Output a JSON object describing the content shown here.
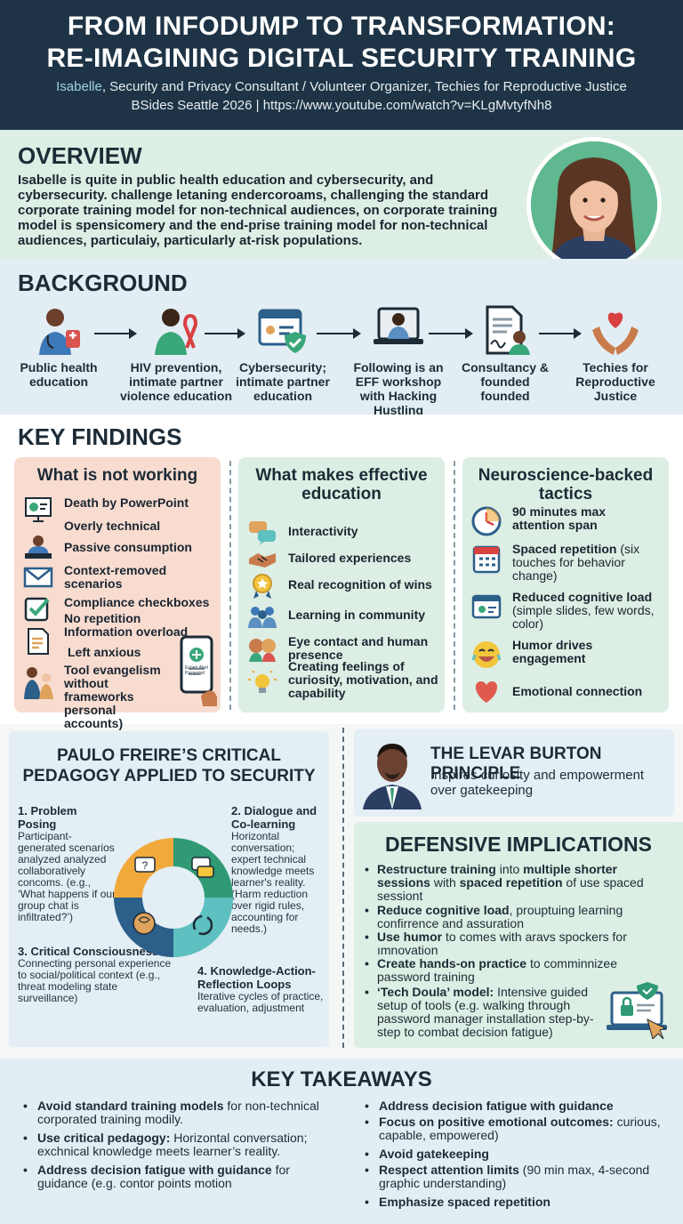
{
  "header": {
    "title_line1": "FROM INFODUMP TO TRANSFORMATION:",
    "title_line2": "RE-IMAGINING DIGITAL SECURITY TRAINING",
    "speaker_name": "Isabelle",
    "speaker_role": ", Security and Privacy Consultant / Volunteer Organizer, Techies for Reproductive Justice",
    "event_line": "BSides Seattle 2026 | https://www.youtube.com/watch?v=KLgMvtyfNh8"
  },
  "overview": {
    "heading": "OVERVIEW",
    "body": "Isabelle is quite in public health education and cybersecurity, and cybersecurity. challenge letaning endercoroams, challenging the standard corporate training model for non-technical audiences, on corporate training model is spensicomery and the end-prise training model for non-technical audiences, particulaiy, particularly at-risk populations."
  },
  "background": {
    "heading": "BACKGROUND",
    "steps": [
      {
        "label": "Public health education",
        "icon": "health-worker-icon"
      },
      {
        "label": "HIV prevention, intimate partner violence education",
        "icon": "awareness-ribbon-icon"
      },
      {
        "label": "Cybersecurity; intimate partner education",
        "icon": "security-dashboard-icon"
      },
      {
        "label": "Following is an EFF workshop with Hacking Hustling",
        "icon": "laptop-presenter-icon"
      },
      {
        "label": "Consultancy & founded founded",
        "icon": "signed-document-icon"
      },
      {
        "label": "Techies for Reproductive Justice",
        "icon": "hands-heart-icon"
      }
    ]
  },
  "findings": {
    "heading": "KEY FINDINGS",
    "not_working": {
      "title": "What is not working",
      "items": [
        "Death by PowerPoint",
        "Overly technical",
        "Passive consumption",
        "Context-removed scenarios",
        "Compliance checkboxes",
        "No repetition",
        "Information overload",
        "Left anxious",
        "Tool evangelism without frameworks personal accounts)"
      ],
      "phone_caption": "Expert Alert Password"
    },
    "effective": {
      "title": "What makes effective education",
      "items": [
        "Interactivity",
        "Tailored experiences",
        "Real recognition of wins",
        "Learning in community",
        "Eye contact and human presence",
        "Creating feelings of curiosity, motivation, and capability"
      ]
    },
    "neuro": {
      "title": "Neuroscience-backed tactics",
      "items": [
        {
          "bold": "90 minutes max attention span",
          "note": ""
        },
        {
          "bold": "Spaced repetition",
          "note": "(six touches for behavior change)"
        },
        {
          "bold": "Reduced cognitive load",
          "note": "(simple slides, few words, color)"
        },
        {
          "bold": "Humor drives engagement",
          "note": ""
        },
        {
          "bold": "Emotional connection",
          "note": ""
        }
      ]
    }
  },
  "freire": {
    "title_line1": "PAULO FREIRE’S CRITICAL",
    "title_line2": "PEDAGOGY APPLIED TO SECURITY",
    "q1": {
      "title": "1. Problem Posing",
      "desc": "Participant-generated scenarios analyzed analyzed collaboratively concoms. (e.g., ‘What happens if our group chat is infiltrated?’)"
    },
    "q2": {
      "title": "2. Dialogue and Co-learning",
      "desc": "Horizontal conversation; expert technical knowledge meets learner's reality. (Harm reduction over rigid rules, accounting for needs.)"
    },
    "q3": {
      "title": "3. Critical Consciousness",
      "desc": "Connecting personal experience to social/political context (e.g., threat modeling state surveillance)"
    },
    "q4": {
      "title": "4. Knowledge-Action-Reflection Loops",
      "desc": "Iterative cycles of practice, evaluation, adjustment"
    }
  },
  "levar": {
    "title": "THE LEVAR BURTON PRINCIPLE",
    "body": "Inspires curiosity and empowerment over gatekeeping"
  },
  "defensive": {
    "title": "DEFENSIVE IMPLICATIONS",
    "items": [
      {
        "b1": "Restructure training",
        "t1": " into ",
        "b2": "multiple shorter sessions",
        "t2": " with ",
        "b3": "spaced repetition",
        "t3": " of use spaced sessiont"
      },
      {
        "b1": "Reduce cognitive load",
        "t1": ", prouptuing learning confirrence and assuration"
      },
      {
        "b1": "Use humor",
        "t1": " to comes with aravs spockers for ımnovation"
      },
      {
        "b1": "Create hands-on practice",
        "t1": " to comminnizee password training"
      },
      {
        "b1": "‘Tech Doula’ model:",
        "t1": " Intensive guided setup of tools (e.g. walking through password manager installation step-by-step to combat decision fatigue)"
      }
    ]
  },
  "takeaways": {
    "title": "KEY TAKEAWAYS",
    "left": [
      {
        "b": "Avoid standard training models",
        "t": " for non-technical corporated training modily."
      },
      {
        "b": "Use critical pedagogy:",
        "t": " Horizontal conversation; exchnical knowledge meets learner’s reality."
      },
      {
        "b": "Address decision fatigue with guidance",
        "t": " for guidance (e.g. contor points motion"
      }
    ],
    "right": [
      {
        "b": "Address decision fatigue with guidance",
        "t": ""
      },
      {
        "b": "Focus on positive emotional outcomes:",
        "t": " curious, capable, empowered)"
      },
      {
        "b": "Avoid gatekeeping",
        "t": ""
      },
      {
        "b": "Respect attention limits",
        "t": " (90 min max, 4-second graphic understanding)"
      },
      {
        "b": "Emphasize spaced repetition",
        "t": ""
      }
    ]
  },
  "colors": {
    "header_bg": "#1e3446",
    "overview_bg": "#ddeee4",
    "background_bg": "#e2eef4",
    "not_working_bg": "#f8dcd0",
    "effective_bg": "#ddeee4",
    "neuro_bg": "#ddeee4",
    "cycle_orange": "#f2a93b",
    "cycle_green": "#2f9a73",
    "cycle_teal": "#5ec0c0",
    "cycle_blue": "#2c5f8a"
  }
}
